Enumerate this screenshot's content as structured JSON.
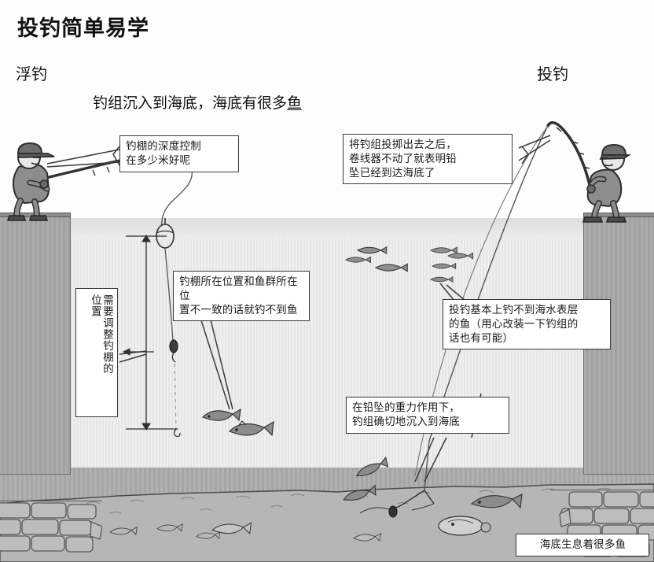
{
  "title": "投钓简单易学",
  "sections": {
    "left_label": "浮钓",
    "right_label": "投钓"
  },
  "subhead": {
    "prefix": "钓组沉入到海底，海底有很多",
    "underlined": "鱼"
  },
  "callouts": {
    "float_depth": "钓棚的深度控制\n在多少米好呢",
    "cast_sink": "将钓组投掷出去之后，\n卷线器不动了就表明铅\n坠已经到达海底了",
    "depth_mismatch": "钓棚所在位置和鱼群所在位\n置不一致的话就钓不到鱼",
    "adjust_depth_line1": "需要调整钓棚的",
    "adjust_depth_line2": "位置",
    "no_surface_fish": "投钓基本上钓不到海水表层\n的鱼（用心改装一下钓组的\n话也有可能）",
    "sinker_gravity": "在铅坠的重力作用下，\n钓组确切地沉入到海底",
    "seabed_fish": "海底生息着很多鱼"
  },
  "scene": {
    "left_angler": "float-fishing-angler",
    "right_angler": "cast-fishing-angler",
    "float": "fishing-float",
    "sinker": "lead-sinker",
    "depth_arrow": "depth-measure-arrow",
    "left_pier": "left-breakwater",
    "right_pier": "right-breakwater",
    "water": "sea-water",
    "seabed": "sea-floor",
    "stone_wall_left": "left-stone-wall",
    "stone_wall_right": "right-stone-wall",
    "fish_school_surface": "surface-fish-school",
    "fish_bottom_left": "bottom-fish-pair",
    "fish_bottom_right": "seabed-fish-group",
    "flatfish": "flatfish"
  },
  "colors": {
    "ink": "#1a1a1a",
    "pier": "#ababab",
    "water": "#efefef",
    "seabed": "#b0b0b0",
    "stone": "#bdbdbd",
    "box_border": "#3a3a3a"
  }
}
